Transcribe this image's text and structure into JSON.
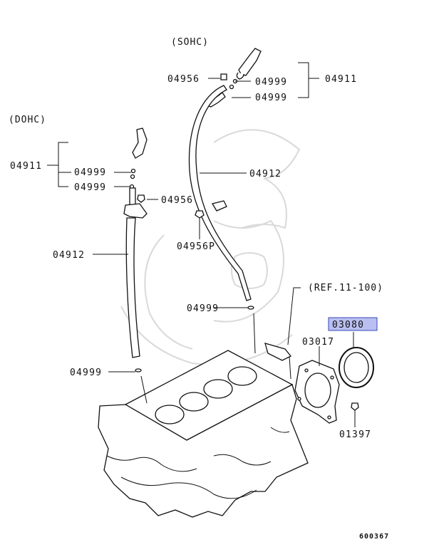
{
  "headers": {
    "sohc": "(SOHC)",
    "dohc": "(DOHC)"
  },
  "reference": "(REF.11-100)",
  "labels": {
    "sohc_04956": "04956",
    "sohc_04999_a": "04999",
    "sohc_04999_b": "04999",
    "sohc_04911": "04911",
    "sohc_04912": "04912",
    "sohc_04956p": "04956P",
    "sohc_04999_low": "04999",
    "dohc_04911": "04911",
    "dohc_04999_a": "04999",
    "dohc_04999_b": "04999",
    "dohc_04956": "04956",
    "dohc_04912": "04912",
    "dohc_04999_low": "04999",
    "seal_03080": "03080",
    "case_03017": "03017",
    "bolt_01397": "01397"
  },
  "diagram_code": "600367",
  "colors": {
    "highlight_fill": "#b9bff0",
    "highlight_border": "#3a48b8",
    "line": "#111111"
  }
}
